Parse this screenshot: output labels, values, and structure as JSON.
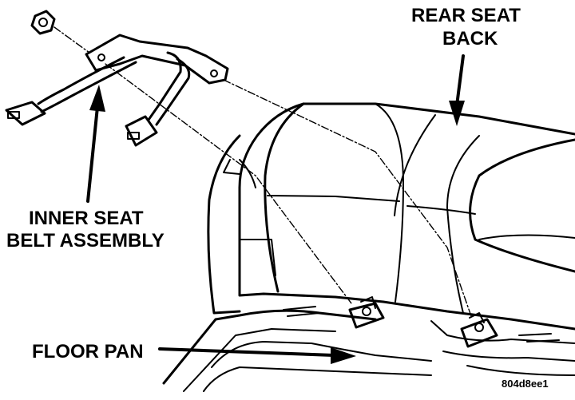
{
  "labels": {
    "rear_seat_back_line1": "REAR SEAT",
    "rear_seat_back_line2": "BACK",
    "inner_seat_line1": "INNER SEAT",
    "inner_seat_line2": "BELT ASSEMBLY",
    "floor_pan": "FLOOR PAN",
    "figure_code": "804d8ee1"
  },
  "colors": {
    "ink": "#000000",
    "paper": "#ffffff"
  }
}
